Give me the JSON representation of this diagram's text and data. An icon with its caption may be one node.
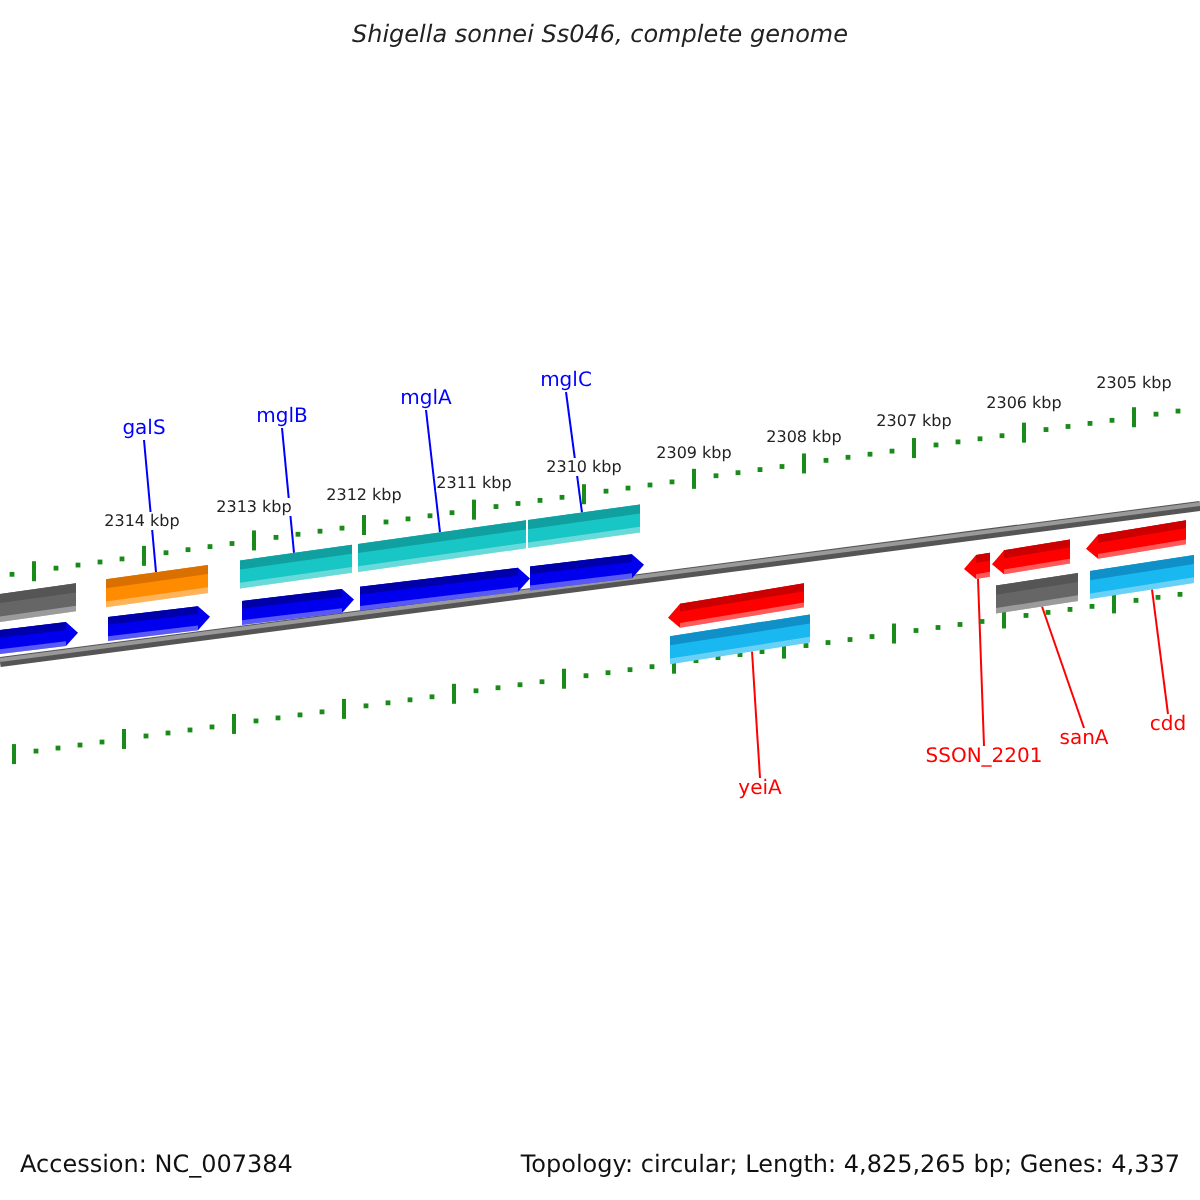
{
  "diagram": {
    "title": "Shigella sonnei Ss046, complete genome",
    "nodes": [
      {
        "text": [
          "galS"
        ]
      },
      {
        "text": [
          "mglB"
        ]
      },
      {
        "text": [
          "mglA"
        ]
      },
      {
        "text": [
          "mglC"
        ]
      },
      {
        "text": [
          "yeiA"
        ]
      },
      {
        "text": [
          "SSON_2201"
        ]
      },
      {
        "text": [
          "sanA"
        ]
      },
      {
        "text": [
          "cdd"
        ]
      },
      {
        "text": [],
        "shape": "bar"
      },
      {
        "text": [],
        "shape": "bar"
      },
      {
        "text": [],
        "shape": "bar"
      },
      {
        "text": [],
        "shape": "bar"
      },
      {
        "text": [],
        "shape": "bar"
      },
      {
        "text": [],
        "shape": "arrow"
      },
      {
        "text": [],
        "shape": "bar"
      },
      {
        "text": [],
        "shape": "bar"
      },
      {
        "text": [],
        "shape": "bar"
      },
      {
        "text": [],
        "shape": "arrow"
      },
      {
        "text": [],
        "shape": "arrow"
      },
      {
        "text": [],
        "shape": "arrow"
      },
      {
        "text": [],
        "shape": "arrow"
      },
      {
        "text": [],
        "shape": "arrow"
      },
      {
        "text": [],
        "shape": "arrow"
      },
      {
        "text": [],
        "shape": "arrow"
      },
      {
        "text": [],
        "shape": "arrow"
      }
    ],
    "edges": [
      {
        "from": 0,
        "to": 8,
        "arrow": "none"
      },
      {
        "from": 1,
        "to": 9,
        "arrow": "none"
      },
      {
        "from": 2,
        "to": 10,
        "arrow": "none"
      },
      {
        "from": 3,
        "to": 11,
        "arrow": "none"
      },
      {
        "from": 4,
        "to": 12,
        "arrow": "none",
        "color": "#ff0000"
      },
      {
        "from": 5,
        "to": 13,
        "arrow": "none",
        "color": "#ff0000"
      },
      {
        "from": 6,
        "to": 14,
        "arrow": "none",
        "color": "#ff0000"
      },
      {
        "from": 7,
        "to": 15,
        "arrow": "none",
        "color": "#ff0000"
      }
    ],
    "labels": [
      "2305 kbp",
      "2306 kbp",
      "2307 kbp",
      "2308 kbp",
      "2309 kbp",
      "2310 kbp",
      "2311 kbp",
      "2312 kbp",
      "2313 kbp",
      "2314 kbp",
      "Accession: NC_007384",
      "Topology: circular; Length: 4,825,265 bp; Genes: 4,337"
    ]
  }
}
